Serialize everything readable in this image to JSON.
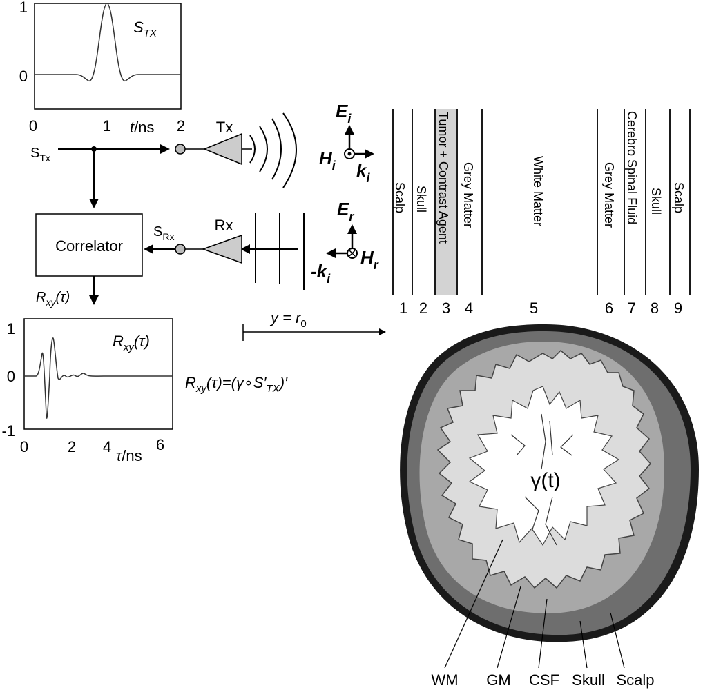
{
  "plot_stx": {
    "label_main": "S",
    "label_sub": "TX",
    "y_ticks": [
      "0",
      "1"
    ],
    "x_ticks": [
      "0",
      "1",
      "2"
    ],
    "x_axis_t": "t",
    "x_axis_unit": "/ns"
  },
  "plot_rxy": {
    "label_main": "R",
    "label_sub": "xy",
    "label_arg": "(τ)",
    "y_ticks": [
      "1",
      "0",
      "-1"
    ],
    "x_ticks": [
      "0",
      "2",
      "4",
      "6"
    ],
    "x_axis_t": "τ",
    "x_axis_unit": "/ns"
  },
  "block": {
    "input_main": "S",
    "input_sub": "Tx",
    "tx_label": "Tx",
    "rx_label": "Rx",
    "srx_main": "S",
    "srx_sub": "Rx",
    "correlator": "Correlator",
    "output_main": "R",
    "output_sub": "xy",
    "output_arg": "(τ)",
    "formula": {
      "r": "R",
      "xy": "xy",
      "eq": "(τ)=(γ∘S′",
      "tx": "TX",
      "end": ")′"
    },
    "distance_lhs": "y = r",
    "distance_sub": "0"
  },
  "fields": {
    "e_inc": "E",
    "e_inc_sub": "i",
    "h_inc": "H",
    "h_inc_sub": "i",
    "k_inc": "k",
    "k_inc_sub": "i",
    "e_ref": "E",
    "e_ref_sub": "r",
    "h_ref": "H",
    "h_ref_sub": "r",
    "k_ref": "-k",
    "k_ref_sub": "i"
  },
  "layers": {
    "names": [
      "Scalp",
      "Skull",
      "Tumor + Contrast Agent",
      "Grey Matter",
      "White Matter",
      "Grey Matter",
      "Cerebro Spinal Fluid",
      "Skull",
      "Scalp"
    ],
    "numbers": [
      "1",
      "2",
      "3",
      "4",
      "5",
      "6",
      "7",
      "8",
      "9"
    ]
  },
  "brain": {
    "center_label": "γ(t)",
    "labels": [
      "WM",
      "GM",
      "CSF",
      "Skull",
      "Scalp"
    ]
  }
}
